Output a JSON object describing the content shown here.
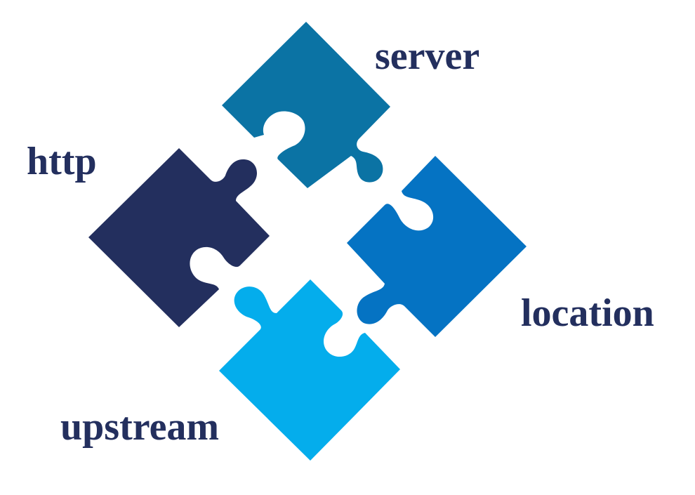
{
  "pieces": [
    {
      "id": "server",
      "label": "server",
      "color": "#0b73a4"
    },
    {
      "id": "http",
      "label": "http",
      "color": "#232f5e"
    },
    {
      "id": "location",
      "label": "location",
      "color": "#0573c3"
    },
    {
      "id": "upstream",
      "label": "upstream",
      "color": "#04adec"
    }
  ]
}
